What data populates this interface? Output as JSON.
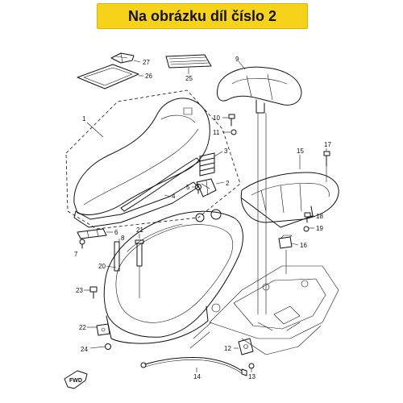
{
  "banner": {
    "text": "Na obrázku díl číslo 2",
    "background": "#f7d21a"
  },
  "callouts": {
    "c1": "1",
    "c2": "2",
    "c3": "3",
    "c4": "4",
    "c5": "5",
    "c6": "6",
    "c7": "7",
    "c8": "8",
    "c9": "9",
    "c10": "10",
    "c11": "11",
    "c12": "12",
    "c13": "13",
    "c14": "14",
    "c15": "15",
    "c16": "16",
    "c17": "17",
    "c18": "18",
    "c19": "19",
    "c20": "20",
    "c21": "21",
    "c22": "22",
    "c23": "23",
    "c24": "24",
    "c25": "25",
    "c26": "26",
    "c27": "27"
  },
  "direction_marker": "FWD",
  "icons": {
    "direction": "forward-arrow-icon"
  }
}
